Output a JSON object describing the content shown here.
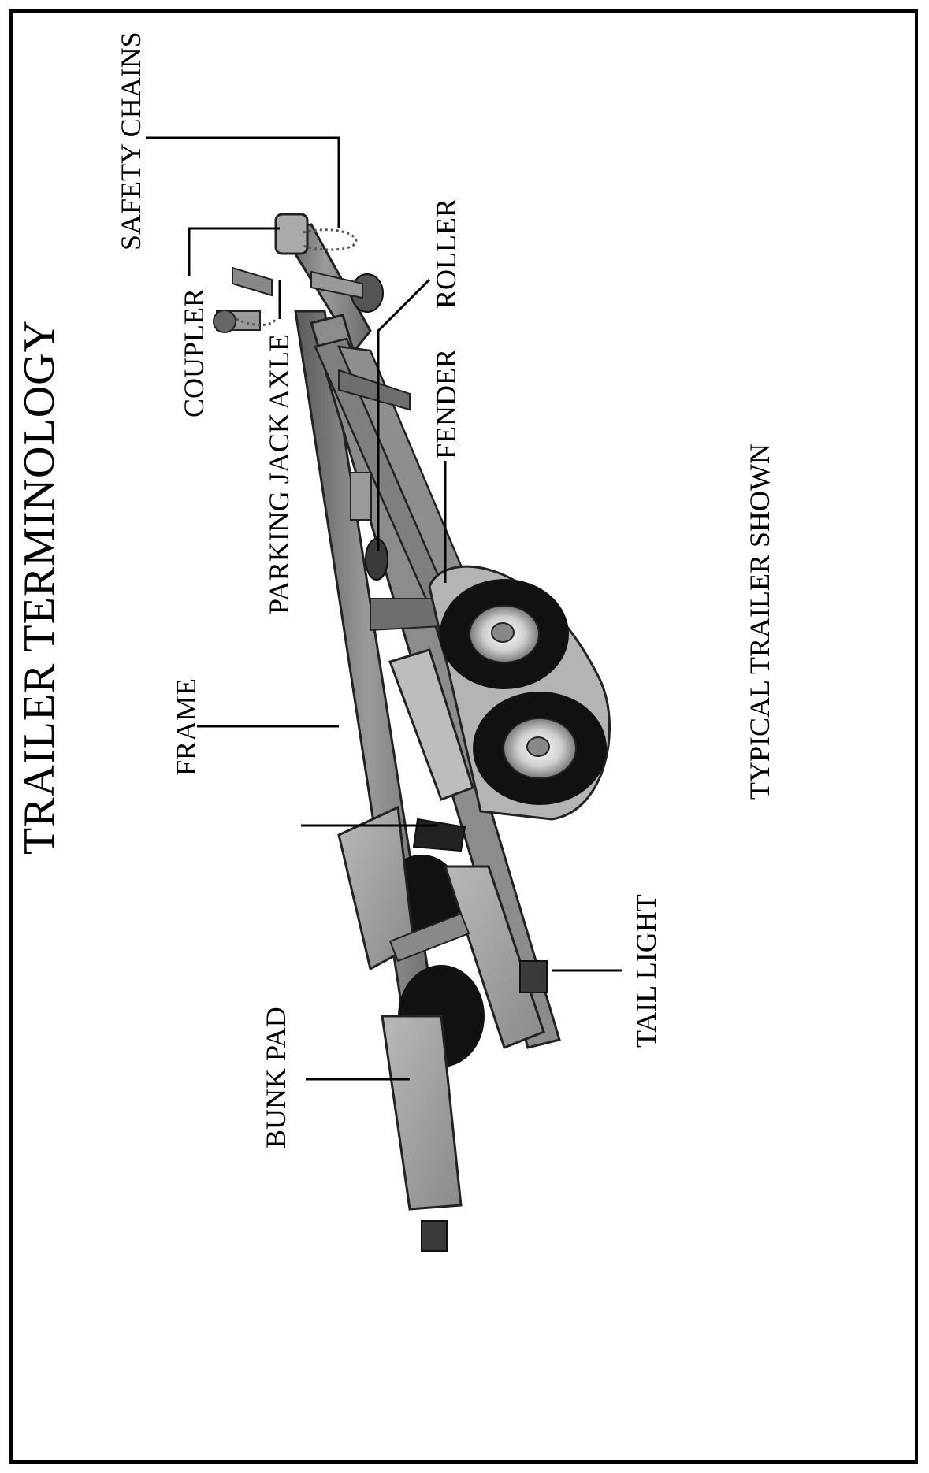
{
  "diagram": {
    "title": "TRAILER TERMINOLOGY",
    "caption": "TYPICAL TRAILER SHOWN",
    "labels": {
      "safety_chains": "SAFETY CHAINS",
      "coupler": "COUPLER",
      "parking_jack": "PARKING JACK",
      "axle": "AXLE",
      "roller": "ROLLER",
      "fender": "FENDER",
      "frame": "FRAME",
      "tail_light": "TAIL LIGHT",
      "bunk_pad": "BUNK PAD"
    }
  }
}
